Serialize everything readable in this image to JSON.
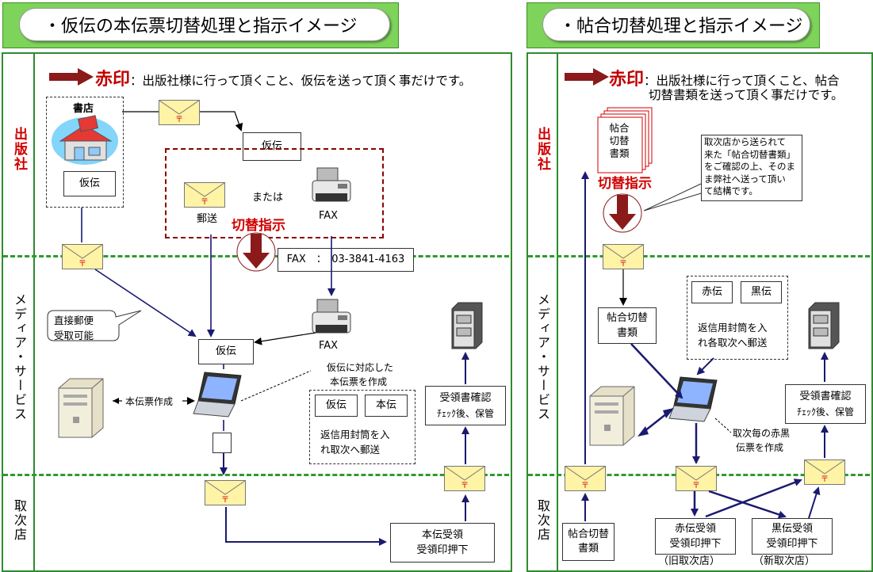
{
  "left": {
    "banner_title": "・仮伝の本伝票切替処理と指示イメージ",
    "headline_mark": "赤印",
    "headline_text": "：出版社様に行って頂くこと、仮伝を送って頂く事だけです。",
    "lanes": {
      "publisher": "出版社",
      "media": "メディア・サービス",
      "distributor": "取次店"
    },
    "store_label": "書店",
    "kariden": "仮伝",
    "or_text": "または",
    "mail_label": "郵送",
    "fax_label": "FAX",
    "switch_instruction": "切替指示",
    "fax_number": "FAX　：　03-3841-4163",
    "direct_mail": [
      "直接郵便",
      "受取可能"
    ],
    "honden_create": "本伝票作成",
    "create_note": [
      "仮伝に対応した",
      "本伝票を作成"
    ],
    "doc_kariden": "仮伝",
    "doc_honden": "本伝",
    "return_note": [
      "返信用封筒を入",
      "れ取次へ郵送"
    ],
    "receipt_check": [
      "受領書確認",
      "ﾁｪｯｸ後、保管"
    ],
    "honden_receipt": [
      "本伝受領",
      "受領印押下"
    ]
  },
  "right": {
    "banner_title": "・帖合切替処理と指示イメージ",
    "headline_mark": "赤印",
    "headline_text_1": "：出版社様に行って頂くこと、帖合",
    "headline_text_2": "切替書類を送って頂く事だけです。",
    "doc_stack_label": [
      "帖",
      "合",
      "切",
      "替",
      "書",
      "類"
    ],
    "switch_instruction": "切替指示",
    "callout_note": [
      "取次店から送られて",
      "来た「帖合切替書類」",
      "をご確認の上、そのま",
      "ま弊社へ送って頂い",
      "て結構です。"
    ],
    "chouai_doc": [
      "帖合切替",
      "書類"
    ],
    "doc_akaden": "赤伝",
    "doc_kuroden": "黒伝",
    "return_note": [
      "返信用封筒を入",
      "れ各取次へ郵送"
    ],
    "create_note": [
      "取次毎の赤黒",
      "伝票を作成"
    ],
    "receipt_check": [
      "受領書確認",
      "ﾁｪｯｸ後、保管"
    ],
    "chouai_doc_bottom": [
      "帖合切替",
      "書類"
    ],
    "akaden_receipt": [
      "赤伝受領",
      "受領印押下"
    ],
    "old_distributor": "（旧取次店）",
    "kuroden_receipt": [
      "黒伝受領",
      "受領印押下"
    ],
    "new_distributor": "（新取次店）",
    "lanes": {
      "publisher": "出版社",
      "media": "メディア・サービス",
      "distributor": "取次店"
    }
  },
  "colors": {
    "banner_green": "#7ed35a",
    "frame_green": "#2e8b2e",
    "accent_red": "#d00000",
    "arrow_navy": "#1a1a6e"
  }
}
